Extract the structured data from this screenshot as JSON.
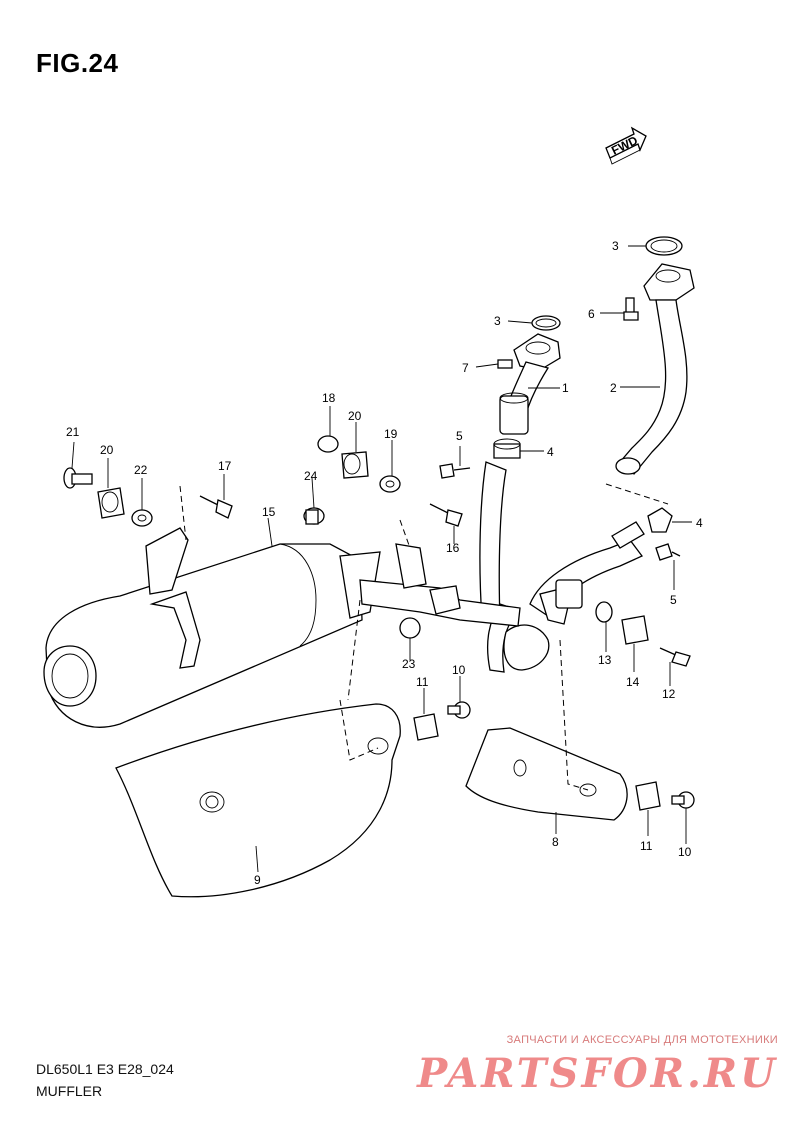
{
  "figure": {
    "title": "FIG.24",
    "code": "DL650L1 E3 E28_024",
    "name": "MUFFLER"
  },
  "fwd_label": "FWD",
  "watermark": {
    "tagline": "ЗАПЧАСТИ И АКСЕССУАРЫ ДЛЯ МОТОТЕХНИКИ",
    "logo": "PARTSFOR.RU"
  },
  "callouts": {
    "c1": "1",
    "c2": "2",
    "c3a": "3",
    "c3b": "3",
    "c4a": "4",
    "c4b": "4",
    "c5a": "5",
    "c5b": "5",
    "c6": "6",
    "c7": "7",
    "c8": "8",
    "c9": "9",
    "c10a": "10",
    "c10b": "10",
    "c11a": "11",
    "c11b": "11",
    "c12": "12",
    "c13": "13",
    "c14": "14",
    "c15": "15",
    "c16": "16",
    "c17": "17",
    "c18": "18",
    "c19": "19",
    "c20a": "20",
    "c20b": "20",
    "c21": "21",
    "c22": "22",
    "c23": "23",
    "c24": "24"
  }
}
